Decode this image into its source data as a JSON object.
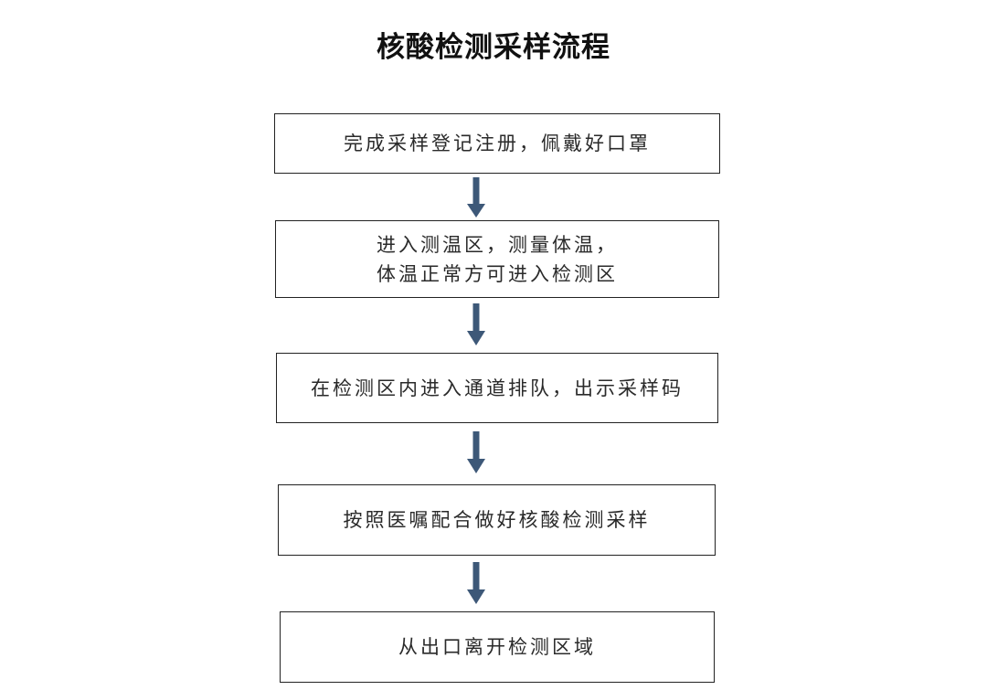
{
  "title": "核酸检测采样流程",
  "colors": {
    "arrow": "#3d5878",
    "box_border": "#222222"
  },
  "steps": [
    {
      "lines": [
        "完成采样登记注册，佩戴好口罩"
      ]
    },
    {
      "lines": [
        "进入测温区，测量体温，",
        "体温正常方可进入检测区"
      ]
    },
    {
      "lines": [
        "在检测区内进入通道排队，出示采样码"
      ]
    },
    {
      "lines": [
        "按照医嘱配合做好核酸检测采样"
      ]
    },
    {
      "lines": [
        "从出口离开检测区域"
      ]
    }
  ]
}
